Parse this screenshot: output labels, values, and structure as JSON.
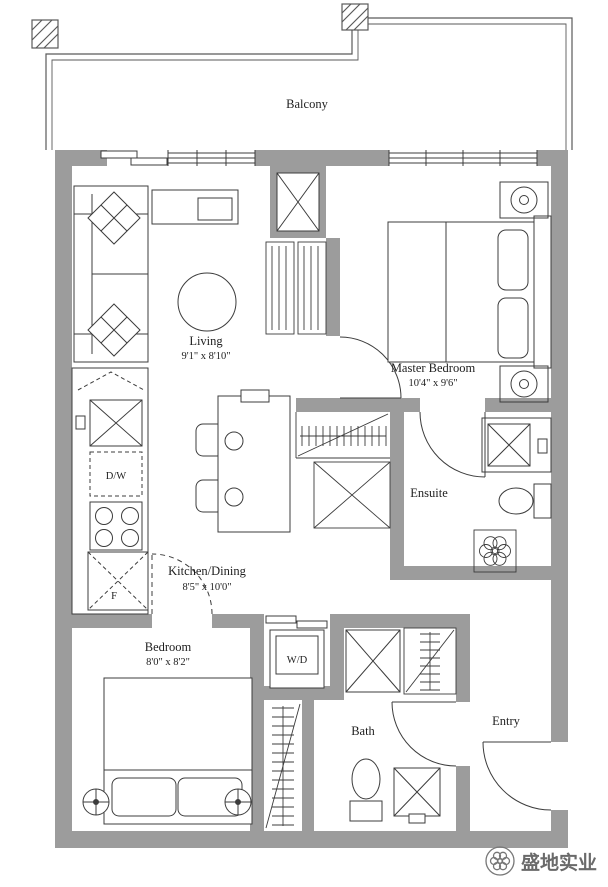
{
  "colors": {
    "wall": "#9c9c9c",
    "line": "#3c3c3c",
    "watermark": "#6a6a6a"
  },
  "rooms": {
    "balcony": {
      "label": "Balcony"
    },
    "living": {
      "label": "Living",
      "dims": "9'1\" x 8'10\""
    },
    "master_bedroom": {
      "label": "Master Bedroom",
      "dims": "10'4\" x 9'6\""
    },
    "ensuite": {
      "label": "Ensuite"
    },
    "kitchen_dining": {
      "label": "Kitchen/Dining",
      "dims": "8'5\" x 10'0\""
    },
    "bedroom": {
      "label": "Bedroom",
      "dims": "8'0\" x 8'2\""
    },
    "bath": {
      "label": "Bath"
    },
    "entry": {
      "label": "Entry"
    }
  },
  "appliances": {
    "washer_dryer": "W/D",
    "dishwasher": "D/W",
    "fridge": "F"
  },
  "watermark": {
    "brand": "盛地实业"
  }
}
